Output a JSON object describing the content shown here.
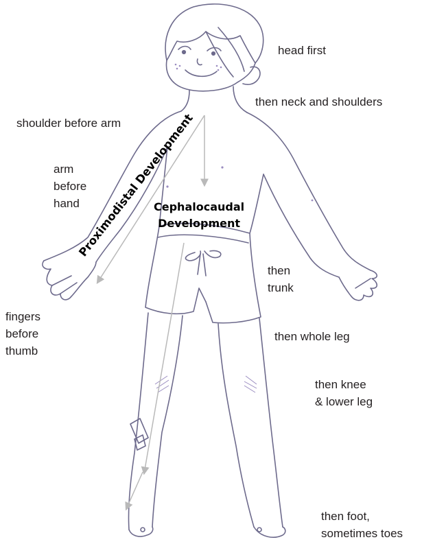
{
  "colors": {
    "outline": "#6d6a8c",
    "arrow": "#b9b9b9",
    "shade": "#9a8cc0",
    "text": "#231f20"
  },
  "labels": {
    "head": "head first",
    "neck": "then neck and shoulders",
    "shoulder": "shoulder before arm",
    "arm": [
      "arm",
      "before",
      "hand"
    ],
    "fingers": [
      "fingers",
      "before",
      "thumb"
    ],
    "trunk": [
      "then",
      "trunk"
    ],
    "leg": "then whole leg",
    "knee": [
      "then knee",
      "& lower leg"
    ],
    "foot": [
      "then foot,",
      "sometimes toes"
    ]
  },
  "axis_labels": {
    "proximodistal": "Proximodistal Development",
    "cephalocaudal": [
      "Cephalocaudal",
      "Development"
    ]
  }
}
